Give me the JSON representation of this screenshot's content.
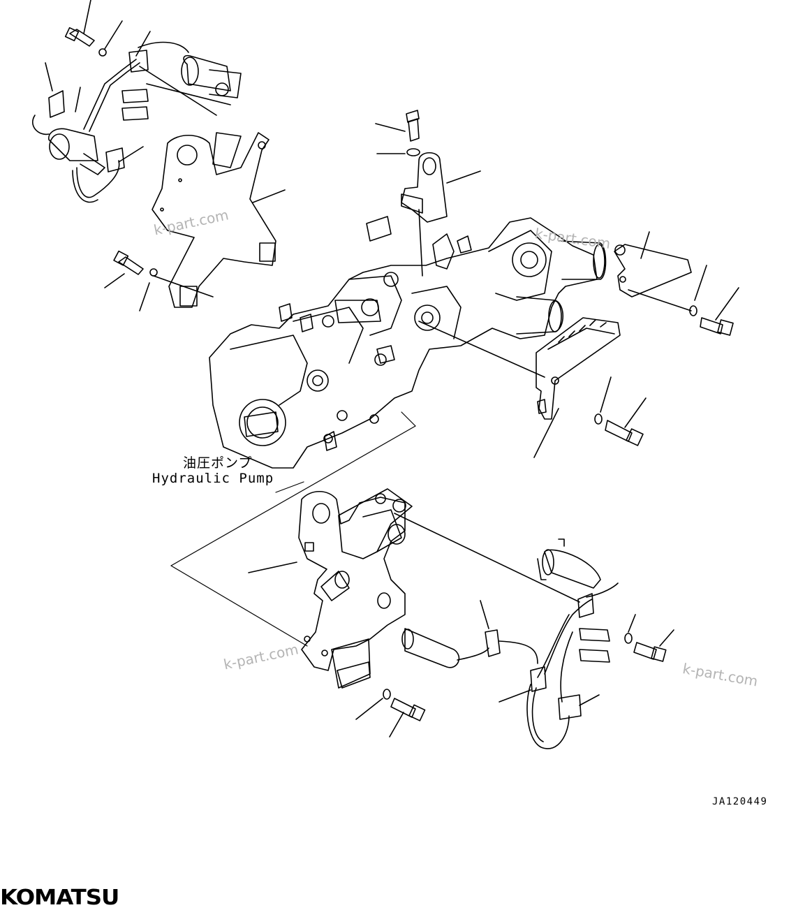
{
  "labels": {
    "pump_name_jp": "油圧ポンプ",
    "pump_name_en": "Hydraulic Pump",
    "figure_code": "JA120449"
  },
  "watermarks": [
    "k-part.com",
    "k-part.com",
    "k-part.com",
    "k-part.com"
  ],
  "brand": {
    "logo_text": "KOMATSU",
    "color": "#000000"
  },
  "colors": {
    "line": "#000000",
    "watermark": "#b4b4b4",
    "background": "#ffffff"
  }
}
